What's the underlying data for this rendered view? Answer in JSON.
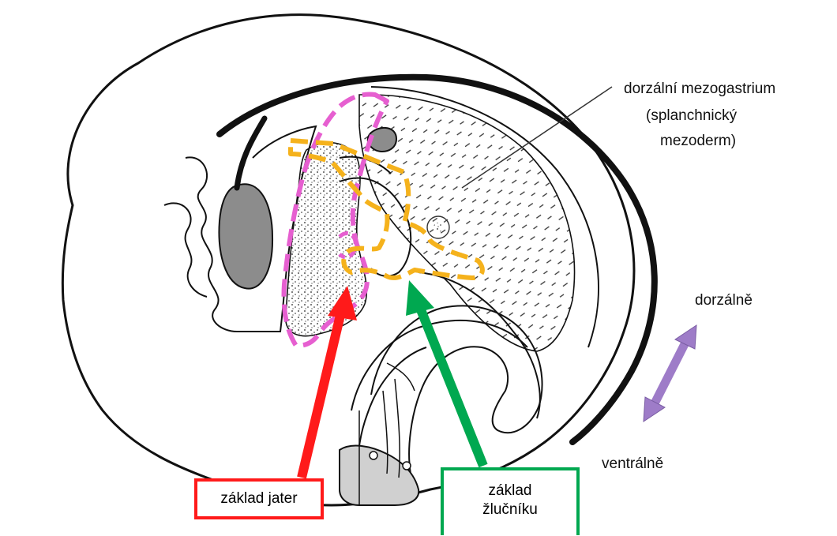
{
  "labels": {
    "mesogastrium_line1": "dorzální mezogastrium",
    "mesogastrium_line2": "(splanchnický",
    "mesogastrium_line3": "mezoderm)",
    "dorsal": "dorzálně",
    "ventral": "ventrálně",
    "liver_bud": "základ jater",
    "gallbladder_line1": "základ",
    "gallbladder_line2": "žlučníku"
  },
  "colors": {
    "liver_arrow": "#ff1a1a",
    "gallbladder_arrow": "#00a850",
    "orientation_arrow": "#9e7cc8",
    "liver_outline": "#e65fd0",
    "gallbladder_outline": "#f5b21c",
    "drawing": "#111111",
    "shaded_organ": "#8c8c8c"
  }
}
